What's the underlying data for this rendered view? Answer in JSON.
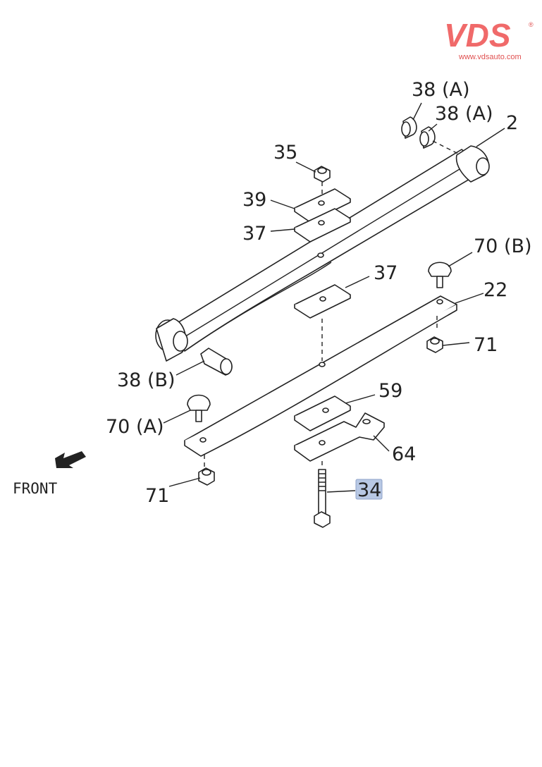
{
  "logo": {
    "brand": "VDS",
    "registered": "®",
    "url": "www.vdsauto.com",
    "color": "#f06a6a"
  },
  "front_label": "FRONT",
  "highlight_color": "#b8c8e4",
  "callouts": {
    "c38a_1": "38 (A)",
    "c38a_2": "38 (A)",
    "c2": "2",
    "c35": "35",
    "c39": "39",
    "c37_1": "37",
    "c37_2": "37",
    "c70b": "70 (B)",
    "c22": "22",
    "c71_1": "71",
    "c38b": "38 (B)",
    "c59": "59",
    "c70a": "70 (A)",
    "c64": "64",
    "c71_2": "71",
    "c34": "34"
  }
}
